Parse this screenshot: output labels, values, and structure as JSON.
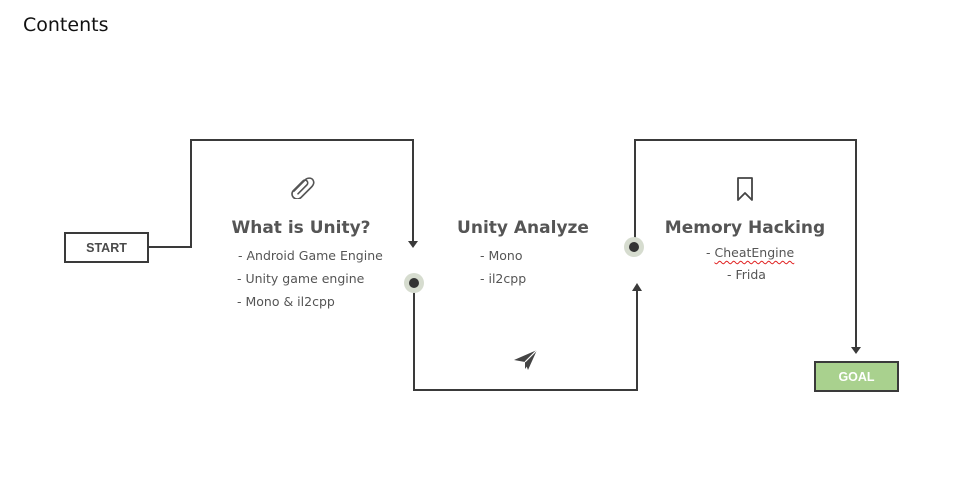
{
  "page": {
    "title": "Contents"
  },
  "terminals": {
    "start": "START",
    "goal": "GOAL"
  },
  "steps": [
    {
      "title": "What is Unity?",
      "icon": "paperclip-icon",
      "bullets": [
        "- Android Game Engine",
        "- Unity game engine",
        "- Mono & il2cpp"
      ]
    },
    {
      "title": "Unity Analyze",
      "icon": "paper-plane-icon",
      "bullets": [
        "- Mono",
        "- il2cpp"
      ]
    },
    {
      "title": "Memory Hacking",
      "icon": "bookmark-icon",
      "bullets": [
        "- ",
        "CheatEngine",
        "- Frida"
      ]
    }
  ],
  "colors": {
    "line": "#3a3a3a",
    "goal_fill": "#a9d18e",
    "node_halo": "#d6dccf",
    "text": "#555555"
  }
}
